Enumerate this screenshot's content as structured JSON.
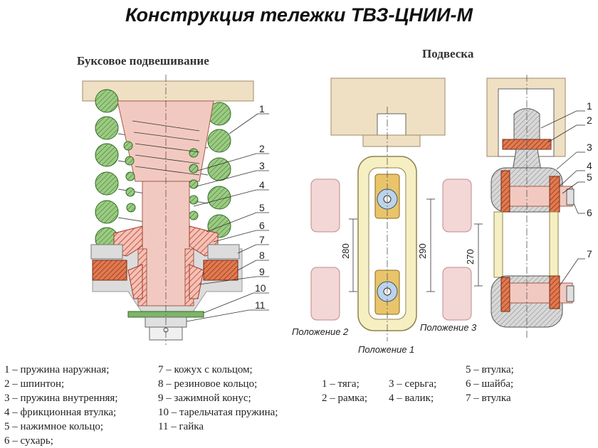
{
  "title": "Конструкция тележки ТВЗ-ЦНИИ-М",
  "left_diagram": {
    "heading": "Буксовое подвешивание",
    "callouts": [
      "1",
      "2",
      "3",
      "4",
      "5",
      "6",
      "7",
      "8",
      "9",
      "10",
      "11"
    ],
    "legend_col1": [
      "1 – пружина наружная;",
      "2 – шпинтон;",
      "3 – пружина внутренняя;",
      "4 – фрикционная втулка;",
      "5 – нажимное кольцо;",
      "6 – сухарь;"
    ],
    "legend_col2": [
      "7 – кожух с кольцом;",
      "8 – резиновое кольцо;",
      "9 – зажимной конус;",
      "10 – тарельчатая пружина;",
      "11 – гайка"
    ]
  },
  "right_diagram": {
    "heading": "Подвеска",
    "callouts": [
      "1",
      "2",
      "3",
      "4",
      "5",
      "6",
      "7"
    ],
    "dimensions": [
      "280",
      "290",
      "270"
    ],
    "positions": [
      "Положение 2",
      "Положение 1",
      "Положение 3"
    ],
    "legend_col1": [
      "1 – тяга;",
      "2 – рамка;"
    ],
    "legend_col2": [
      "3 – серьга;",
      "4 – валик;"
    ],
    "legend_col3": [
      "5 – втулка;",
      "6 – шайба;",
      "7 – втулка"
    ]
  },
  "colors": {
    "frame": "#efe0c4",
    "spring": "#7fb46a",
    "pin": "#f2c9c0",
    "hatch": "#d9534f",
    "friction": "#e28a5a",
    "link": "#f6efc2",
    "gray": "#d4d4d4"
  }
}
